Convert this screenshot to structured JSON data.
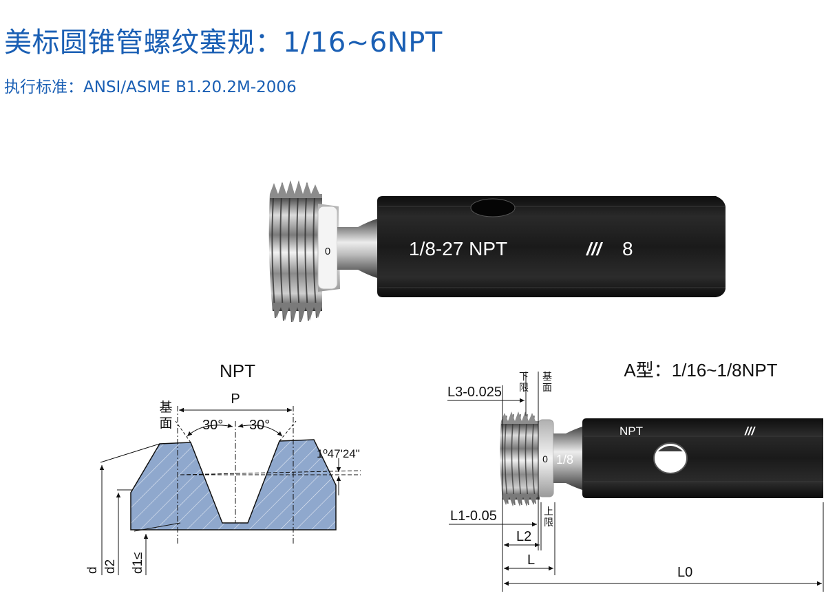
{
  "header": {
    "title": "美标圆锥管螺纹塞规：1/16~6NPT",
    "subtitle": "执行标准：ANSI/ASME B1.20.2M-2006"
  },
  "colors": {
    "accent": "#1a5fb4",
    "handle": "#1b1b1b",
    "thread_section": "#8fa8cd",
    "thread_metal": "#9a9a9a"
  },
  "product_photo": {
    "marking_left": "0",
    "marking_main": "1/8-27 NPT",
    "marking_symbol": "///",
    "marking_number": "8"
  },
  "npt_profile": {
    "title": "NPT",
    "pitch_label": "P",
    "base_plane_label_1": "基",
    "base_plane_label_2": "面",
    "angle_left": "30°",
    "angle_right": "30°",
    "taper_angle": "1º47'24\"",
    "dim_d": "d",
    "dim_d2": "d2",
    "dim_d1": "d1≤"
  },
  "type_a": {
    "title": "A型：1/16~1/8NPT",
    "handle_text": "NPT",
    "handle_symbol": "///",
    "marking_0": "0",
    "marking_size": "1/8",
    "lower_limit_1": "下",
    "lower_limit_2": "限",
    "base_plane_1": "基",
    "base_plane_2": "面",
    "upper_limit_1": "上",
    "upper_limit_2": "限",
    "dim_L3": "L3-0.025",
    "dim_L1": "L1-0.05",
    "dim_L2": "L2",
    "dim_L": "L",
    "dim_L0": "L0"
  }
}
